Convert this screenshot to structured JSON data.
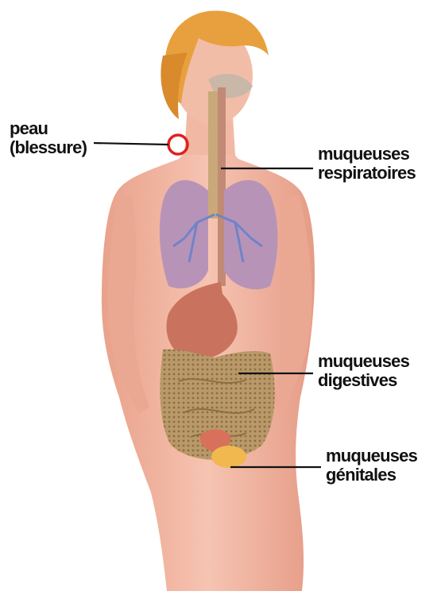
{
  "labels": {
    "skin": {
      "line1": "peau",
      "line2": "(blessure)"
    },
    "respiratory": {
      "line1": "muqueuses",
      "line2": "respiratoires"
    },
    "digestive": {
      "line1": "muqueuses",
      "line2": "digestives"
    },
    "genital": {
      "line1": "muqueuses",
      "line2": "génitales"
    }
  },
  "colors": {
    "skin": "#f2b7a3",
    "hair": "#e9a13f",
    "lungs": "#b58fb4",
    "bronchi": "#6f84c8",
    "stomach": "#c9735e",
    "intestine": "#b08f5a",
    "wound_circle": "#e0201e",
    "leader_line": "#111111"
  }
}
